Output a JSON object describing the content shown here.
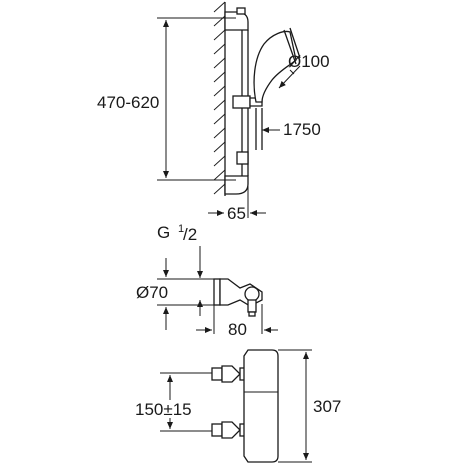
{
  "dimensions": {
    "height_range": "470-620",
    "hand_shower_diameter": "Ø100",
    "hose_length": "1750",
    "wall_distance_rail": "65",
    "connection_thread": "G",
    "thread_fraction_num": "1",
    "thread_fraction_den": "/2",
    "escutcheon_diameter": "Ø70",
    "valve_depth": "80",
    "inlet_centres": "150±15",
    "valve_length": "307"
  }
}
